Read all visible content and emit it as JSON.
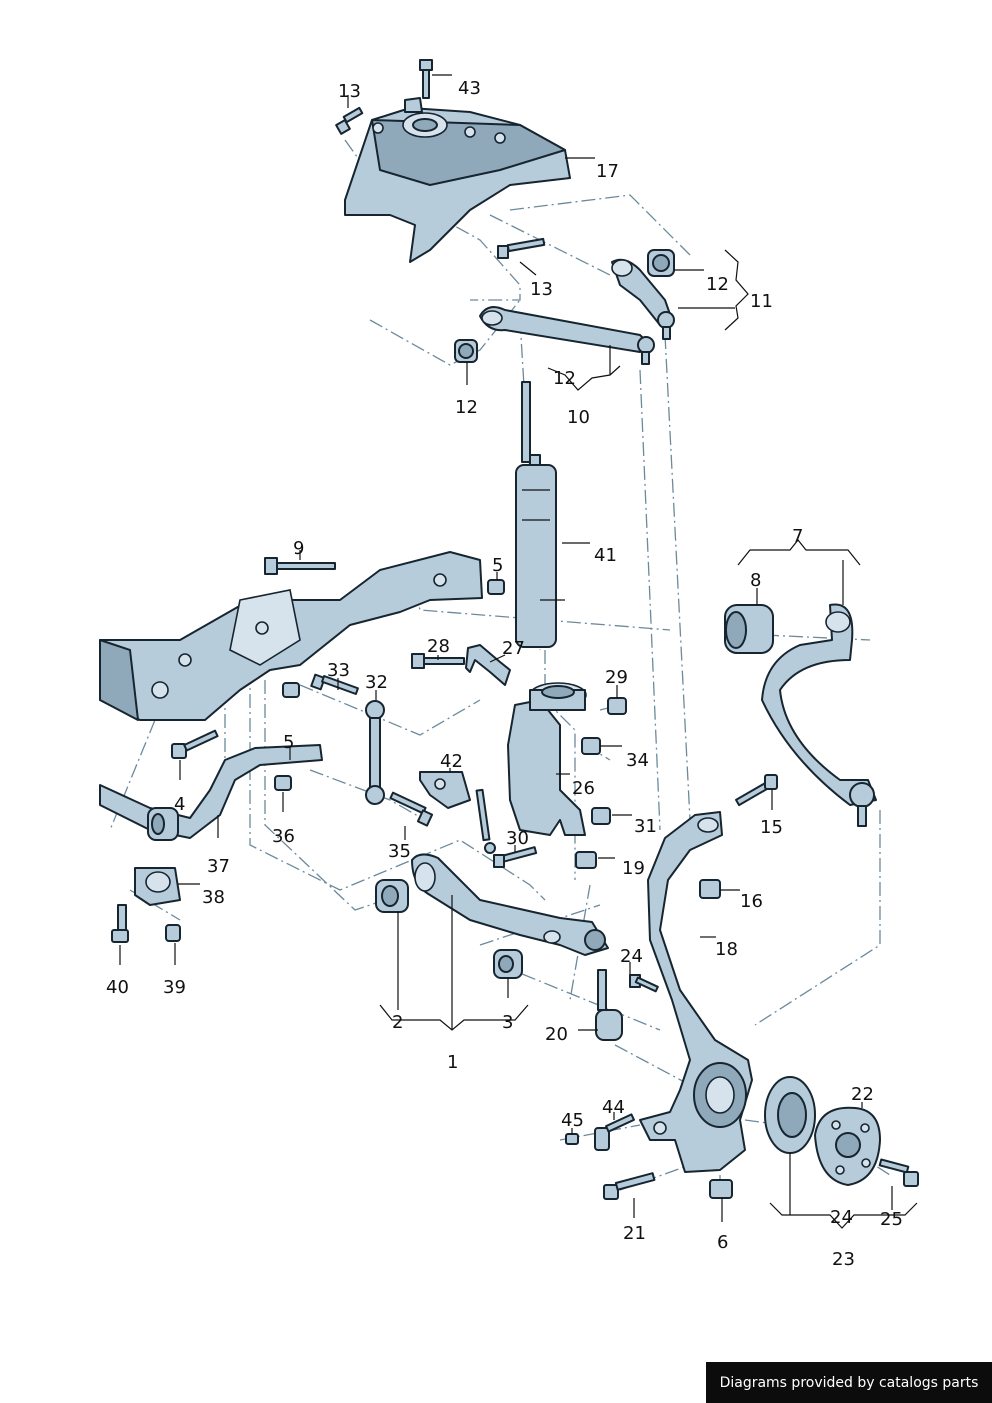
{
  "callouts": {
    "c1": "1",
    "c2": "2",
    "c3": "3",
    "c4": "4",
    "c5a": "5",
    "c5b": "5",
    "c6": "6",
    "c7": "7",
    "c8": "8",
    "c9": "9",
    "c10": "10",
    "c11": "11",
    "c12a": "12",
    "c12b": "12",
    "c12c": "12",
    "c13a": "13",
    "c13b": "13",
    "c15": "15",
    "c16": "16",
    "c17": "17",
    "c18": "18",
    "c19": "19",
    "c20": "20",
    "c21": "21",
    "c22": "22",
    "c23": "23",
    "c24a": "24",
    "c24b": "24",
    "c25": "25",
    "c26": "26",
    "c27": "27",
    "c28": "28",
    "c29": "29",
    "c30": "30",
    "c31": "31",
    "c32": "32",
    "c33": "33",
    "c34": "34",
    "c35": "35",
    "c36": "36",
    "c37": "37",
    "c38": "38",
    "c39": "39",
    "c40": "40",
    "c41": "41",
    "c42": "42",
    "c43": "43",
    "c44": "44",
    "c45": "45"
  },
  "footer": {
    "credit": "Diagrams provided by catalogs parts"
  },
  "colors": {
    "part_fill": "#b7ccdb",
    "part_stroke": "#16252f",
    "dash_line": "#6c8a9c",
    "footer_bg": "#0c0c0c"
  }
}
